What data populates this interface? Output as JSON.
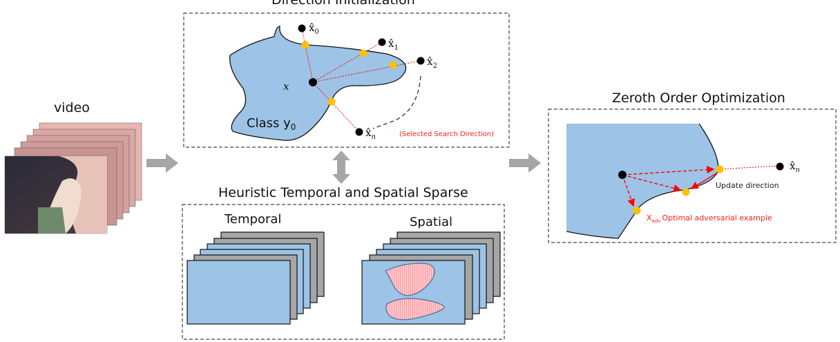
{
  "video": {
    "title": "video"
  },
  "direction_init": {
    "title": "Direction Initialization",
    "class_label": "Class y",
    "class_sub": "0",
    "x_label": "x",
    "points": [
      {
        "label": "x̂",
        "sub": "0"
      },
      {
        "label": "x̂",
        "sub": "1"
      },
      {
        "label": "x̂",
        "sub": "2"
      },
      {
        "label": "x̂",
        "sub": "n"
      }
    ],
    "selected_note": "(Selected Search Direction)"
  },
  "heuristic": {
    "title": "Heuristic Temporal and Spatial Sparse",
    "temporal_label": "Temporal",
    "spatial_label": "Spatial"
  },
  "zoo": {
    "title": "Zeroth Order Optimization",
    "xn_label": "x̂",
    "xn_sub": "n",
    "update_label": "Update direction",
    "xadv_label": "X",
    "xadv_sub": "adv",
    "optimal_label": "Optimal adversarial example"
  },
  "colors": {
    "region_fill": "#9dc3e6",
    "boundary_point": "#ffc000",
    "dashed_red": "#ff0000",
    "arrow_gray": "#a6a6a6",
    "frame_gray": "#a6a6a6",
    "patch_pink": "#ffb3b8"
  }
}
